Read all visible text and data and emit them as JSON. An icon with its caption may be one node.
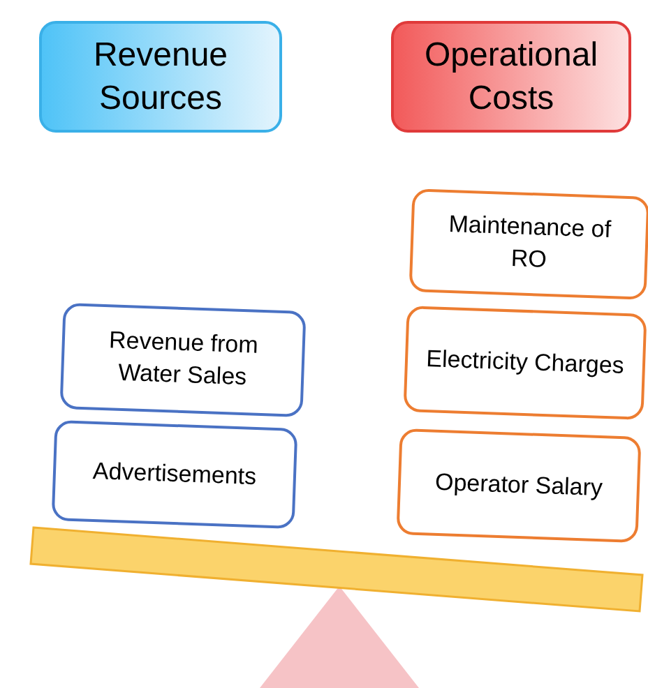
{
  "diagram": {
    "nodes": [
      {
        "text": [
          "Revenue Sources"
        ]
      },
      {
        "text": [
          "Operational Costs"
        ]
      },
      {
        "text": [
          "Revenue from Water Sales"
        ]
      },
      {
        "text": [
          "Advertisements"
        ]
      },
      {
        "text": [
          "Maintenance of RO"
        ]
      },
      {
        "text": [
          "Electricity Charges"
        ]
      },
      {
        "text": [
          "Operator Salary"
        ]
      }
    ]
  }
}
